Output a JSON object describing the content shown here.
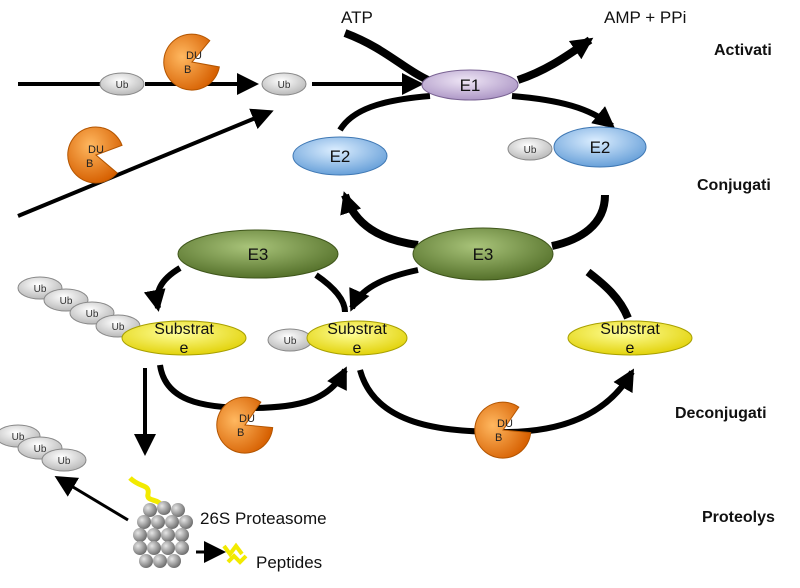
{
  "metabolites": {
    "atp": "ATP",
    "amp": "AMP + PPi"
  },
  "stages": {
    "activation": "Activati",
    "conjugation": "Conjugati",
    "deconjugation": "Deconjugati",
    "proteolysis": "Proteolys"
  },
  "enzymes": {
    "e1": "E1",
    "e2": "E2",
    "e3": "E3"
  },
  "ubiquitin": "Ub",
  "dub": {
    "line1": "DU",
    "line2": "B"
  },
  "substrate": {
    "line1": "Substrat",
    "line2": "e"
  },
  "proteasome": "26S Proteasome",
  "peptides": "Peptides",
  "colors": {
    "e1": "#c9b6d9",
    "e2": "#9cc3ea",
    "e3": "#6f8f3a",
    "substrate": "#f2ea00",
    "dub": "#e8780f",
    "ub": "#d8d8d8",
    "proteasome": "#8a8a8a"
  }
}
